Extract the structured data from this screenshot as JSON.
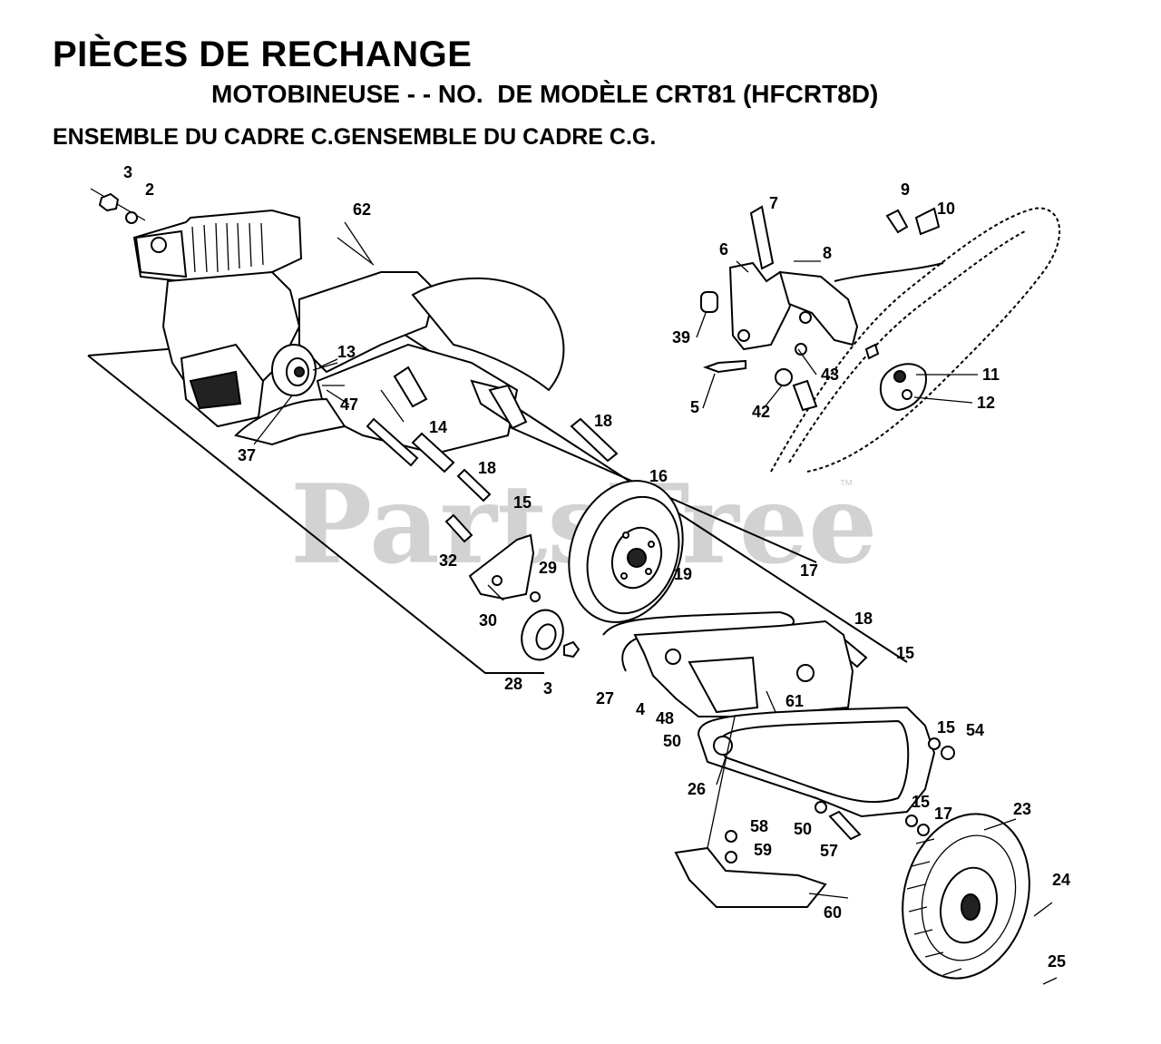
{
  "header": {
    "title": "PIÈCES DE RECHANGE",
    "subtitle": "MOTOBINEUSE - - NO.  DE MODÈLE CRT81 (HFCRT8D)",
    "section": "ENSEMBLE DU CADRE C.GENSEMBLE DU CADRE C.G."
  },
  "watermark": {
    "text": "PartsTree",
    "trademark": "™"
  },
  "callouts": [
    "3",
    "2",
    "62",
    "7",
    "9",
    "10",
    "6",
    "8",
    "39",
    "43",
    "11",
    "5",
    "42",
    "12",
    "13",
    "47",
    "37",
    "14",
    "18",
    "18",
    "16",
    "15",
    "32",
    "29",
    "19",
    "17",
    "30",
    "28",
    "3",
    "18",
    "15",
    "27",
    "4",
    "61",
    "48",
    "50",
    "15",
    "54",
    "26",
    "15",
    "17",
    "23",
    "50",
    "57",
    "58",
    "59",
    "60",
    "24",
    "25"
  ]
}
